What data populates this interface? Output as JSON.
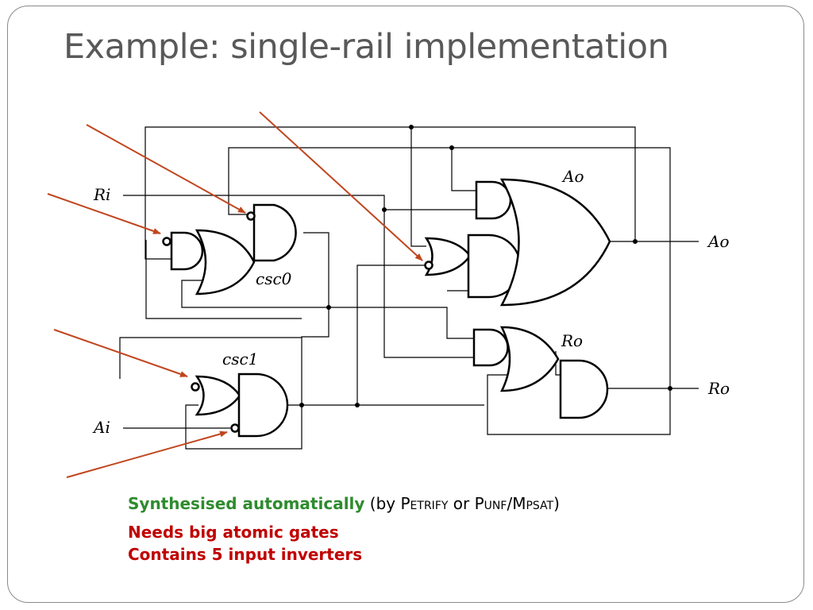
{
  "slide": {
    "title": "Example: single-rail implementation"
  },
  "diagram": {
    "inputs": {
      "ri": "Ri",
      "ai": "Ai"
    },
    "outputs": {
      "ao": "Ao",
      "ro": "Ro"
    },
    "gate_labels": {
      "csc0": "csc0",
      "csc1": "csc1",
      "ao": "Ao",
      "ro": "Ro"
    },
    "arrow_color": "#c0461e"
  },
  "notes": {
    "line1_green": "Synthesised automatically",
    "line1_pre": " (by ",
    "petrify": "Petrify",
    "or": " or ",
    "punf": "Punf",
    "slash": "/",
    "mpsat": "Mpsat",
    "close": ")",
    "line2": "Needs big atomic gates",
    "line3": "Contains 5 input inverters",
    "colors": {
      "green": "#2e8b2e",
      "red": "#c00000"
    }
  }
}
